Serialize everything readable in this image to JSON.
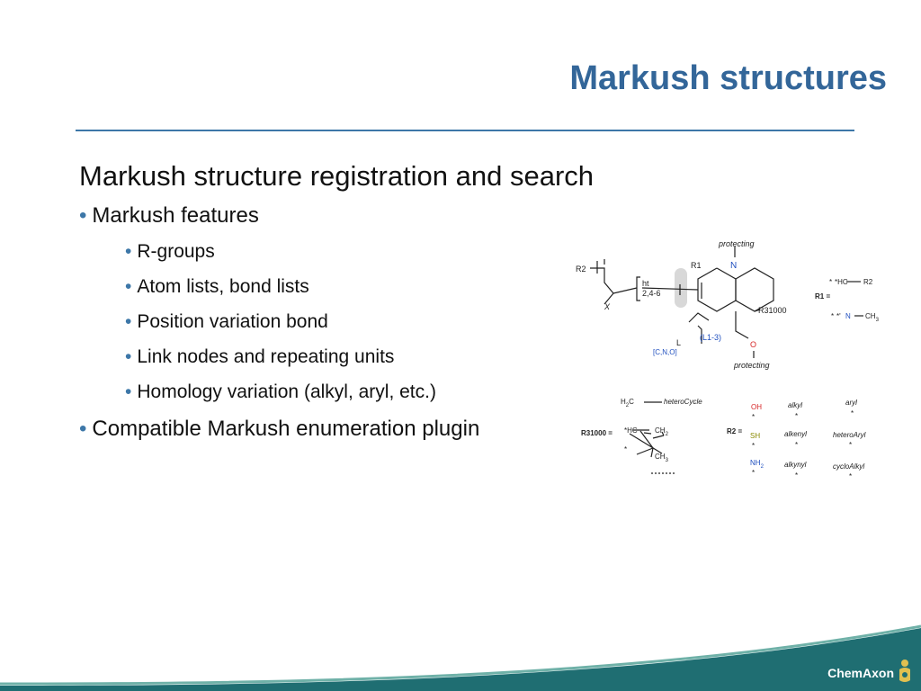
{
  "slide": {
    "title": "Markush structures",
    "heading": "Markush structure registration and search",
    "bullet": "•",
    "features_label": "Markush features",
    "features": [
      "R-groups",
      "Atom lists, bond lists",
      "Position variation bond",
      "Link nodes and repeating units",
      "Homology variation (alkyl, aryl, etc.)"
    ],
    "plugin_label": "Compatible Markush enumeration plugin"
  },
  "figure": {
    "protecting_top": "protecting",
    "protecting_bottom": "protecting",
    "r2": "R2",
    "r1": "R1",
    "n": "N",
    "ht": "ht",
    "range": "2,4-6",
    "x": "X",
    "r31000": "R31000",
    "link_l": "L",
    "link_range": "(L1-3)",
    "atom_list": "[C,N,O]",
    "o": "O",
    "r1_def_label": "R1 =",
    "r1_opt1_a": "*",
    "r1_opt1_b": "*HC",
    "r1_opt1_c": "R2",
    "r1_opt2_a": "*",
    "r1_opt2_b": "*'",
    "r1_opt2_c": "N",
    "r1_opt2_d": "CH",
    "r1_opt2_sub": "3",
    "h2c": "H",
    "h2c_sub": "2",
    "h2c_c": "C",
    "hetero_cycle": "heteroCycle",
    "r31000_label": "R31000 =",
    "hc_star": "*HC",
    "ch2": "CH",
    "ch2_sub": "2",
    "star": "*",
    "ch3": "CH",
    "ch3_sub": "3",
    "r2_label": "R2 =",
    "oh": "OH",
    "sh": "SH",
    "nh2": "NH",
    "nh2_sub": "2",
    "alkyl": "alkyl",
    "alkenyl": "alkenyl",
    "alkynyl": "alkynyl",
    "aryl": "aryl",
    "hetero_aryl": "heteroAryl",
    "cyclo_alkyl": "cycloAlkyl"
  },
  "footer": {
    "brand": "ChemAxon"
  },
  "colors": {
    "title": "#336699",
    "accent": "#3d77a8",
    "footer_teal": "#1f6e72",
    "oxygen_red": "#d62728",
    "nitrogen_blue": "#1f4fbf",
    "sulfur_olive": "#8a8a00"
  }
}
